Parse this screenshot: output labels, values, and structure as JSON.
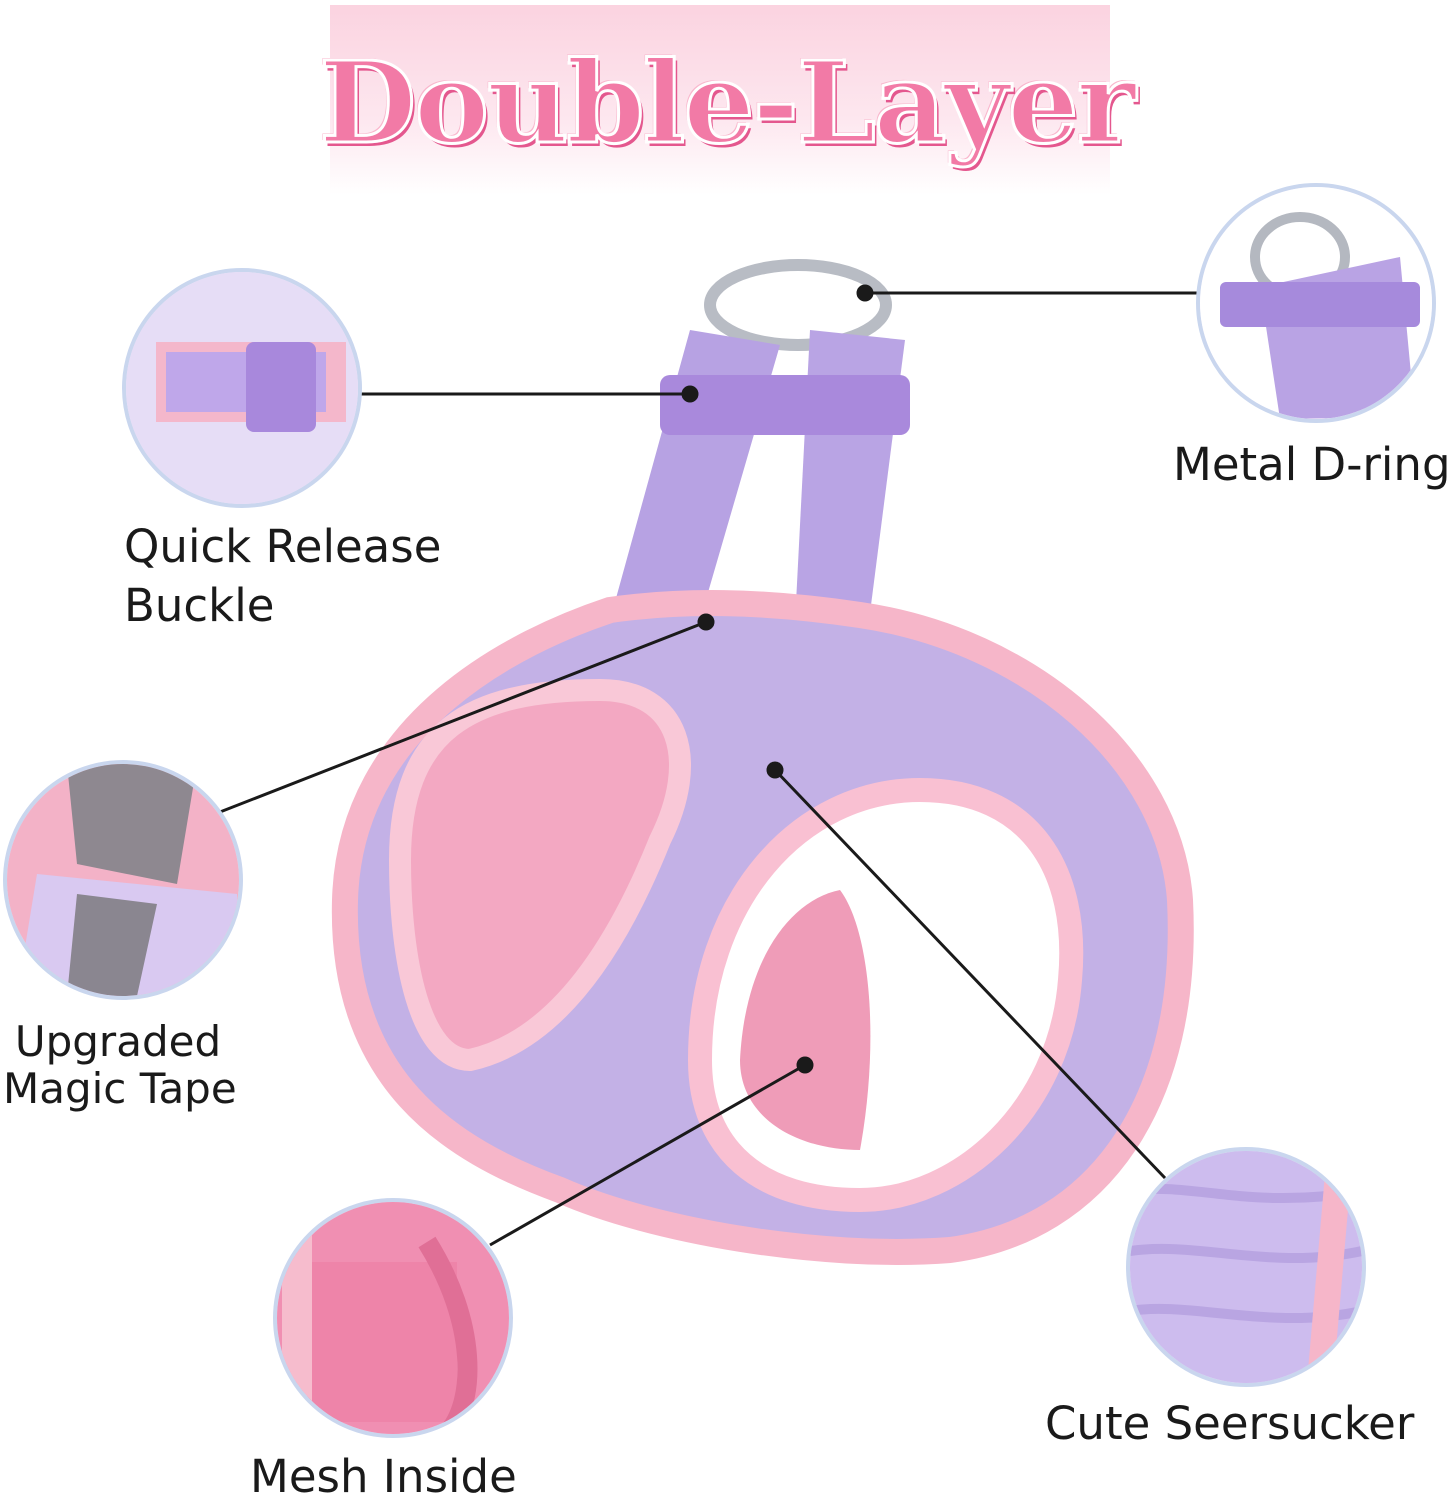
{
  "title": "Double-Layer",
  "features": {
    "quick_release": "Quick Release\nBuckle",
    "metal_dring": "Metal D-ring",
    "magic_tape": "Upgraded\nMagic Tape",
    "mesh_inside": "Mesh Inside",
    "seersucker": "Cute Seersucker"
  },
  "colors": {
    "title_pink": "#f27aa6",
    "lavender": "#b9a3e4",
    "pink_trim": "#f6b6c9",
    "circle_border": "#c9d6ee"
  }
}
